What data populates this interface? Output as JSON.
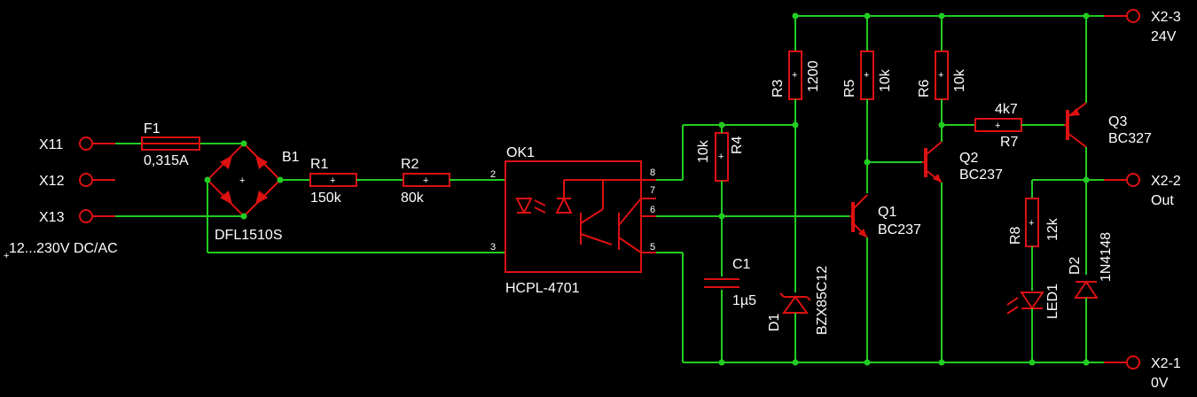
{
  "colors": {
    "wire": "#22cc22",
    "part": "#dd1111",
    "text": "#ffffff",
    "background": "#000000"
  },
  "labels": {
    "x11": "X11",
    "x12": "X12",
    "x13": "X13",
    "input_range": "12...230V DC/AC",
    "f1": "F1",
    "f1_val": "0,315A",
    "b1": "B1",
    "b1_val": "DFL1510S",
    "r1": "R1",
    "r1_val": "150k",
    "r2": "R2",
    "r2_val": "80k",
    "ok1": "OK1",
    "ok1_val": "HCPL-4701",
    "pin2": "2",
    "pin3": "3",
    "pin5": "5",
    "pin6": "6",
    "pin7": "7",
    "pin8": "8",
    "r4": "R4",
    "r4_val": "10k",
    "c1": "C1",
    "c1_val": "1µ5",
    "r3": "R3",
    "r3_val": "1200",
    "d1": "D1",
    "d1_val": "BZX85C12",
    "r5": "R5",
    "r5_val": "10k",
    "q1": "Q1",
    "q1_val": "BC237",
    "r6": "R6",
    "r6_val": "10k",
    "q2": "Q2",
    "q2_val": "BC237",
    "r7": "R7",
    "r7_val": "4k7",
    "q3": "Q3",
    "q3_val": "BC327",
    "r8": "R8",
    "r8_val": "12k",
    "led1": "LED1",
    "d2": "D2",
    "d2_val": "1N4148",
    "x23": "X2-3",
    "x23_val": "24V",
    "x22": "X2-2",
    "x22_val": "Out",
    "x21": "X2-1",
    "x21_val": "0V"
  }
}
